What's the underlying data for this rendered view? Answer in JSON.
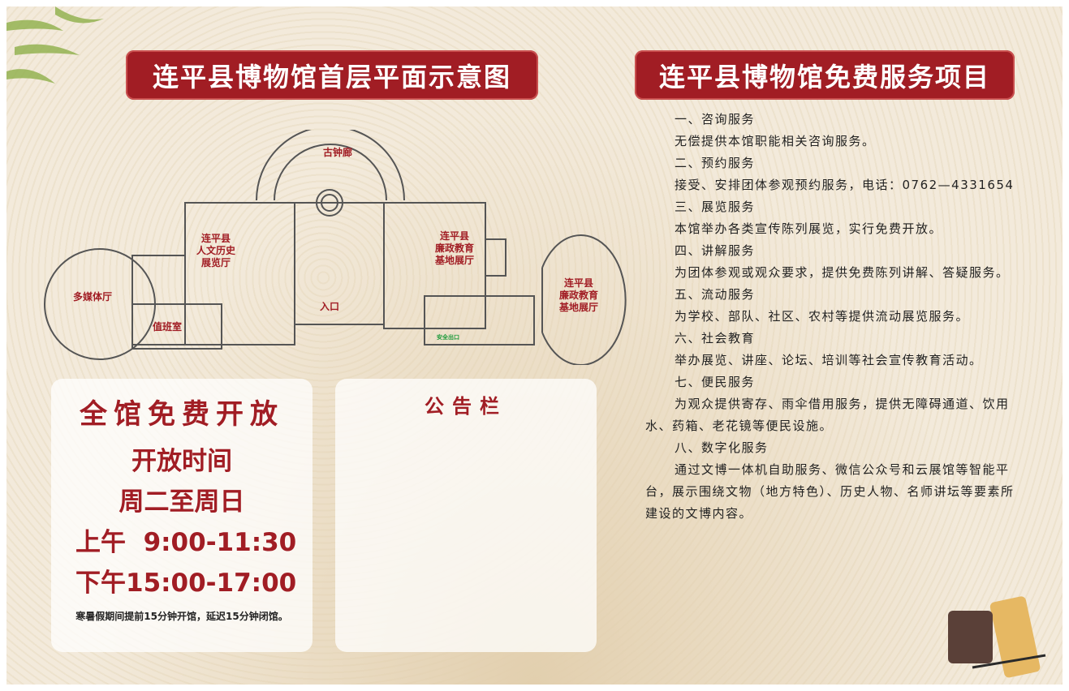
{
  "floor_plan": {
    "title": "连平县博物馆首层平面示意图",
    "rooms": {
      "bell_corridor": "古钟廊",
      "history_hall": [
        "连平县",
        "人文历史",
        "展览厅"
      ],
      "integrity_hall_1": [
        "连平县",
        "廉政教育",
        "基地展厅"
      ],
      "integrity_hall_2": [
        "连平县",
        "廉政教育",
        "基地展厅"
      ],
      "multimedia": "多媒体厅",
      "duty_room": "值班室",
      "entrance": "入口",
      "exit": "安全出口"
    }
  },
  "opening": {
    "free": "全馆免费开放",
    "hours_title": "开放时间",
    "days": "周二至周日",
    "morning": "上午  9:00-11:30",
    "afternoon": "下午15:00-17:00",
    "note": "寒暑假期间提前15分钟开馆，延迟15分钟闭馆。"
  },
  "bulletin": {
    "title": "公告栏"
  },
  "services": {
    "title": "连平县博物馆免费服务项目",
    "items": [
      {
        "heading": "一、咨询服务",
        "body": "无偿提供本馆职能相关咨询服务。"
      },
      {
        "heading": "二、预约服务",
        "body": "接受、安排团体参观预约服务，电话：0762—4331654"
      },
      {
        "heading": "三、展览服务",
        "body": "本馆举办各类宣传陈列展览，实行免费开放。"
      },
      {
        "heading": "四、讲解服务",
        "body": "为团体参观或观众要求，提供免费陈列讲解、答疑服务。"
      },
      {
        "heading": "五、流动服务",
        "body": "为学校、部队、社区、农村等提供流动展览服务。"
      },
      {
        "heading": "六、社会教育",
        "body": "举办展览、讲座、论坛、培训等社会宣传教育活动。"
      },
      {
        "heading": "七、便民服务",
        "body": "为观众提供寄存、雨伞借用服务，提供无障碍通道、饮用水、药箱、老花镜等便民设施。"
      },
      {
        "heading": "八、数字化服务",
        "body": "通过文博一体机自助服务、微信公众号和云展馆等智能平台，展示围绕文物（地方特色）、历史人物、名师讲坛等要素所建设的文博内容。"
      }
    ]
  },
  "colors": {
    "accent": "#a11d24",
    "background": "#f1e7d4"
  }
}
